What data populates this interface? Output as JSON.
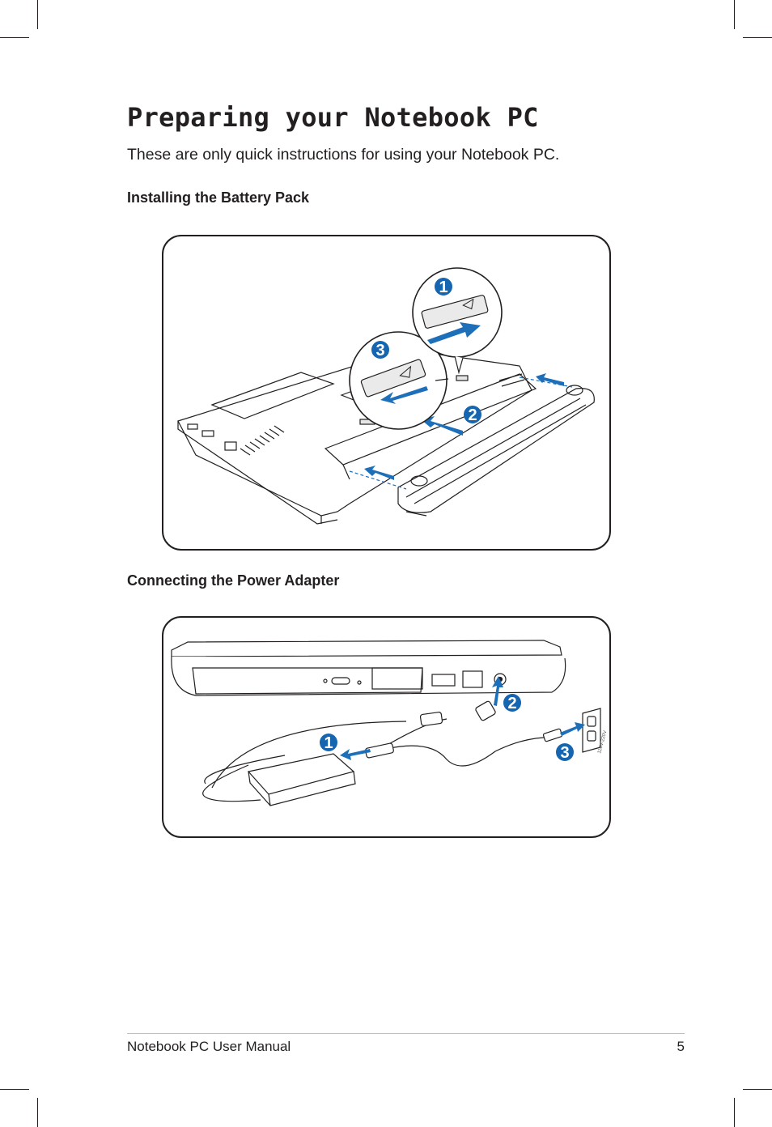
{
  "page": {
    "title": "Preparing your Notebook PC",
    "intro": "These are only quick instructions for using your Notebook PC."
  },
  "sections": [
    {
      "heading": "Installing the Battery Pack",
      "steps": [
        "1",
        "2",
        "3"
      ]
    },
    {
      "heading": "Connecting the Power Adapter",
      "steps": [
        "1",
        "2",
        "3"
      ],
      "outlet_label": "110V-220V"
    }
  ],
  "footer": {
    "manual_name": "Notebook PC User Manual",
    "page_number": "5"
  },
  "colors": {
    "text": "#231f20",
    "accent": "#1c6fb8",
    "badge": "#1565b0"
  }
}
